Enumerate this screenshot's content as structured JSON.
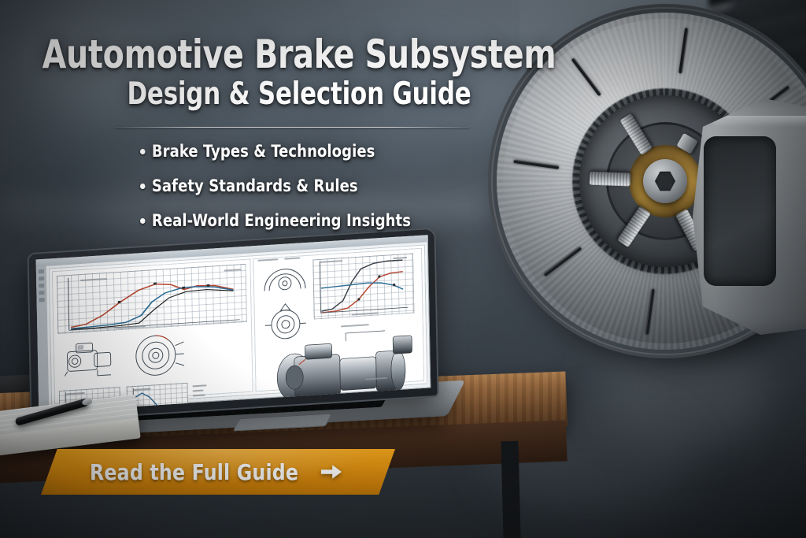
{
  "hero": {
    "headline": "Automotive Brake Subsystem",
    "subhead": "Design & Selection Guide",
    "bullets": [
      {
        "label": "Brake Types & Technologies"
      },
      {
        "label": "Safety Standards & Rules"
      },
      {
        "label": "Real-World Engineering Insights"
      }
    ]
  },
  "cta": {
    "label": "Read the Full Guide",
    "arrow_icon": "arrow-right-icon",
    "background_color": "#e29412",
    "text_color": "#ffffff"
  },
  "imagery": {
    "brake_assembly": {
      "name": "slotted-brake-rotor-with-caliper",
      "rotor_slots": 8,
      "lug_bolts": 5
    },
    "laptop": {
      "name": "laptop-showing-engineering-drawings",
      "screen_content": "brake system performance charts and CAD assembly drawings"
    },
    "desk_items": [
      "notebook",
      "pen",
      "wooden-desk"
    ]
  },
  "colors": {
    "background_dark": "#23282d",
    "background_light": "#7d8892",
    "accent_orange": "#e29412",
    "text_white": "#ffffff"
  }
}
